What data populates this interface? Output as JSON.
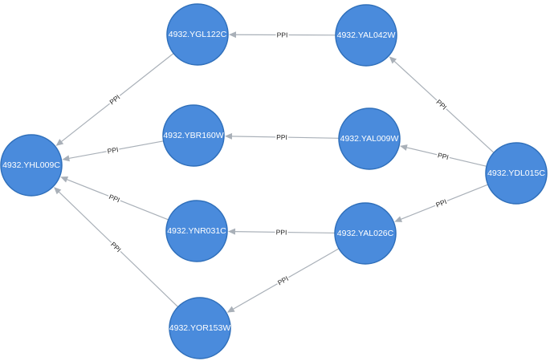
{
  "colors": {
    "node_fill": "#4a8bdc",
    "node_stroke": "#2f6fba",
    "edge": "#a9b0b8",
    "label_bg": "#ffffff"
  },
  "nodes": [
    {
      "id": "YHL009C",
      "label": "4932.YHL009C"
    },
    {
      "id": "YGL122C",
      "label": "4932.YGL122C"
    },
    {
      "id": "YBR160W",
      "label": "4932.YBR160W"
    },
    {
      "id": "YNR031C",
      "label": "4932.YNR031C"
    },
    {
      "id": "YOR153W",
      "label": "4932.YOR153W"
    },
    {
      "id": "YAL042W",
      "label": "4932.YAL042W"
    },
    {
      "id": "YAL009W",
      "label": "4932.YAL009W"
    },
    {
      "id": "YAL026C",
      "label": "4932.YAL026C"
    },
    {
      "id": "YDL015C",
      "label": "4932.YDL015C"
    }
  ],
  "edges": [
    {
      "from": "YAL042W",
      "to": "YGL122C",
      "label": "PPI"
    },
    {
      "from": "YGL122C",
      "to": "YHL009C",
      "label": "PPI"
    },
    {
      "from": "YAL009W",
      "to": "YBR160W",
      "label": "PPI"
    },
    {
      "from": "YBR160W",
      "to": "YHL009C",
      "label": "PPI"
    },
    {
      "from": "YNR031C",
      "to": "YHL009C",
      "label": "PPI"
    },
    {
      "from": "YOR153W",
      "to": "YHL009C",
      "label": "PPI"
    },
    {
      "from": "YAL026C",
      "to": "YNR031C",
      "label": "PPI"
    },
    {
      "from": "YAL026C",
      "to": "YOR153W",
      "label": "PPI"
    },
    {
      "from": "YDL015C",
      "to": "YAL042W",
      "label": "PPI"
    },
    {
      "from": "YDL015C",
      "to": "YAL009W",
      "label": "PPI"
    },
    {
      "from": "YDL015C",
      "to": "YAL026C",
      "label": "PPI"
    }
  ]
}
